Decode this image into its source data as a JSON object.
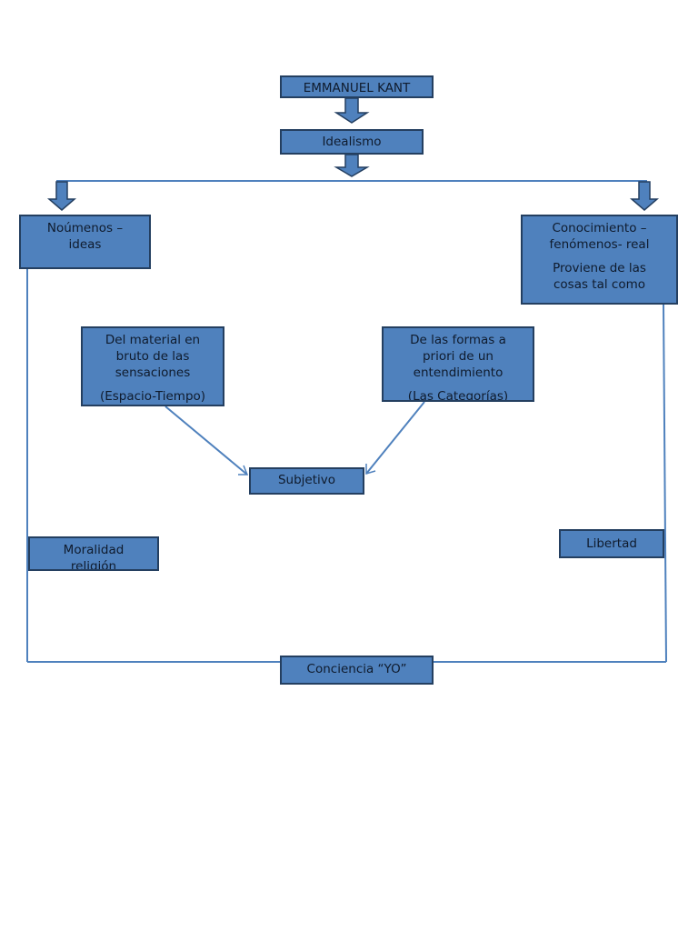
{
  "diagram": {
    "title_box": "EMMANUEL KANT",
    "idealismo": "Idealismo",
    "noumenos": "Noúmenos –\nideas",
    "conocimiento": {
      "line1": "Conocimiento –\nfenómenos- real",
      "line2": "Proviene de las\ncosas tal como"
    },
    "material": {
      "line1": "Del material en\nbruto de las\nsensaciones",
      "line2": "(Espacio-Tiempo)"
    },
    "formas": {
      "line1": "De las formas a\npriori de un\nentendimiento",
      "line2": "(Las Categorías)"
    },
    "subjetivo": "Subjetivo",
    "moralidad": "Moralidad\nreligión",
    "libertad": "Libertad",
    "conciencia": "Conciencia “YO”"
  },
  "colors": {
    "box_fill": "#4f81bd",
    "box_border": "#243f60",
    "connector": "#4f81bd"
  }
}
